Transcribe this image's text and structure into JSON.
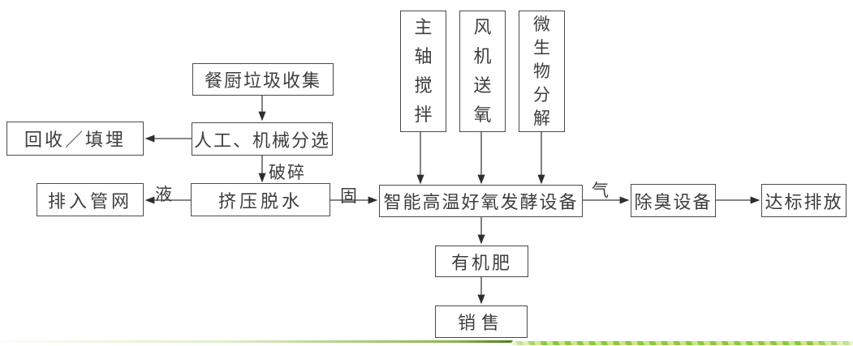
{
  "nodes": {
    "collection": "餐厨垃圾收集",
    "recycle_landfill": "回收／填埋",
    "sorting": "人工、机械分选",
    "pipe_network": "排入管网",
    "dewatering": "挤压脱水",
    "shaft_stirring": "主轴搅拌",
    "fan_oxygen": "风机送氧",
    "microbial": "微生物分解",
    "fermentation": "智能高温好氧发酵设备",
    "deodorization": "除臭设备",
    "standard_discharge": "达标排放",
    "organic_fertilizer": "有机肥",
    "sales": "销售"
  },
  "edge_labels": {
    "crush": "破碎",
    "liquid": "液",
    "solid": "固",
    "gas": "气"
  },
  "decor": {
    "line_color": "#3f3f3f",
    "accent_green": "#8cc63f",
    "accent_green_light": "#cde98a",
    "accent_green_dark": "#4e7e1e"
  }
}
